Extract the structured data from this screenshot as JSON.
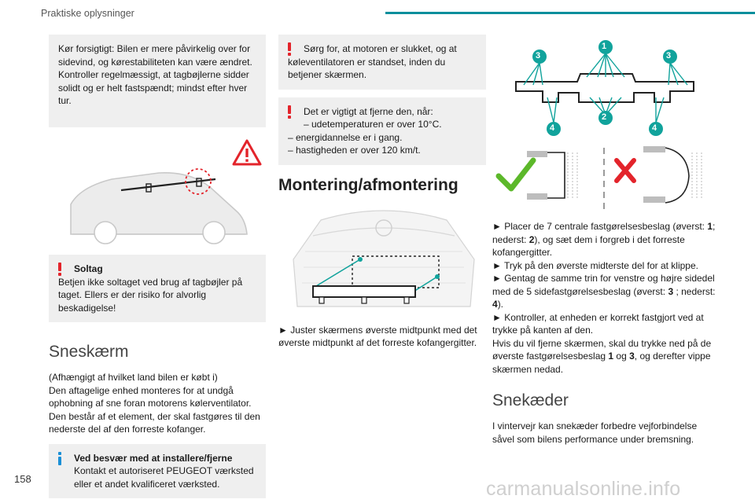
{
  "header": {
    "title": "Praktiske oplysninger"
  },
  "page_number": "158",
  "watermark": "carmanualsonline.info",
  "col1": {
    "box1": {
      "line1": "Kør forsigtigt: Bilen er mere påvirkelig over for sidevind, og kørestabiliteten kan være ændret.",
      "line2": "Kontroller regelmæssigt, at tagbøjlerne sidder solidt og er helt fastspændt; mindst efter hver tur."
    },
    "soltag": {
      "title": "Soltag",
      "text": "Betjen ikke soltaget ved brug af tagbøjler på taget. Ellers er der risiko for alvorlig beskadigelse!"
    },
    "sneskaerm": {
      "title": "Sneskærm",
      "p1": "(Afhængigt af hvilket land bilen er købt i)",
      "p2": "Den aftagelige enhed monteres for at undgå ophobning af sne foran motorens kølerventilator.",
      "p3": "Den består af et element, der skal fastgøres til den nederste del af den forreste kofanger."
    },
    "info": {
      "title": "Ved besvær med at installere/fjerne",
      "text": "Kontakt et autoriseret PEUGEOT værksted eller et andet kvalificeret værksted."
    }
  },
  "col2": {
    "warn1": "Sørg for, at motoren er slukket, og at køleventilatoren er standset, inden du betjener skærmen.",
    "warn2": {
      "intro": "Det er vigtigt at fjerne den, når:",
      "items": [
        "–  udetemperaturen er over 10°C.",
        "–  energidannelse er i gang.",
        "–  hastigheden er over 120 km/t."
      ]
    },
    "montering_title": "Montering/afmontering",
    "step1": "► Juster skærmens øverste midtpunkt med det øverste midtpunkt af det forreste kofangergitter."
  },
  "col3": {
    "diagram_labels": {
      "c1": "1",
      "c2": "2",
      "c3a": "3",
      "c3b": "3",
      "c4a": "4",
      "c4b": "4"
    },
    "steps": [
      [
        "► Placer de 7 centrale fastgørelsesbeslag (øverst: ",
        "1",
        "; nederst: ",
        "2",
        "), og sæt dem i forgreb i det forreste kofangergitter."
      ],
      [
        "► Tryk på den øverste midterste del for at klippe."
      ],
      [
        "► Gentag de samme trin for venstre og højre sidedel med de 5 sidefastgørelsesbeslag (øverst: ",
        "3",
        " ; nederst: ",
        "4",
        ")."
      ],
      [
        "► Kontroller, at enheden er korrekt fastgjort ved at trykke på kanten af den."
      ],
      [
        "Hvis du vil fjerne skærmen, skal du trykke ned på de øverste fastgørelsesbeslag ",
        "1",
        " og ",
        "3",
        ", og derefter vippe skærmen nedad."
      ]
    ],
    "snekaeder_title": "Snekæder",
    "snekaeder_text": "I vintervejr kan snekæder forbedre vejforbindelse såvel som bilens performance under bremsning."
  },
  "colors": {
    "accent": "#0b8f9c",
    "warning": "#e3242b",
    "info": "#1a8fd6",
    "ok": "#5cb82a"
  }
}
